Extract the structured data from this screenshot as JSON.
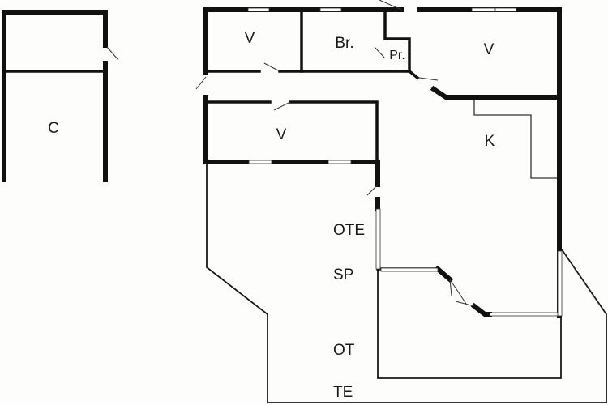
{
  "diagram": {
    "type": "floor-plan",
    "rooms": {
      "garage": "C",
      "bedroom_top_left": "V",
      "bathroom": "Br.",
      "pantry": "Pr.",
      "bedroom_top_right": "V",
      "bedroom_middle": "V",
      "kitchen": "K",
      "living": "OTE",
      "dining": "SP",
      "patio": "OT",
      "terrace": "TE"
    }
  }
}
